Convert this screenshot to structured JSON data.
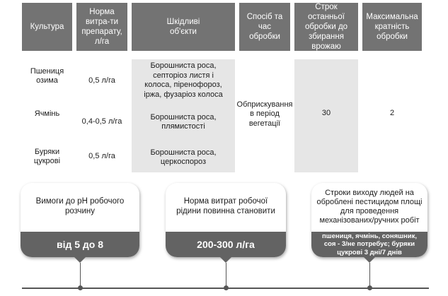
{
  "table": {
    "headers": [
      "Культура",
      "Норма витра-ти препарату, л/га",
      "Шкідливі об'єкти",
      "Спосіб та час обробки",
      "Строк останньої обробки до збирання врожаю",
      "Максимальна кратність обробки"
    ],
    "rows": [
      {
        "crop": "Пшениця озима",
        "rate": "0,5 л/га",
        "pests": "Борошниста роса, септоріоз листя і колоса, піренофороз, іржа, фузаріоз колоса"
      },
      {
        "crop": "Ячмінь",
        "rate": "0,4-0,5 л/га",
        "pests": "Борошниста роса, плямистості"
      },
      {
        "crop": "Буряки цукрові",
        "rate": "0,5 л/га",
        "pests": "Борошниста роса, церкоспороз"
      }
    ],
    "method": "Обприскування в період вегетації",
    "last_treatment_days": "30",
    "max_treatments": "2"
  },
  "cards": [
    {
      "title": "Вимоги до pH робочого розчину",
      "value": "від 5 до 8"
    },
    {
      "title": "Норма витрат робочої рідини повинна становити",
      "value": "200-300 л/га"
    },
    {
      "title": "Строки виходу людей на оброблені пестицидом площі для проведення механізованих/ручних робіт",
      "value": "пшениця, ячмінь, соняшник, соя - 3/не потребує; буряки цукрові 3 дні/7 днів"
    }
  ]
}
